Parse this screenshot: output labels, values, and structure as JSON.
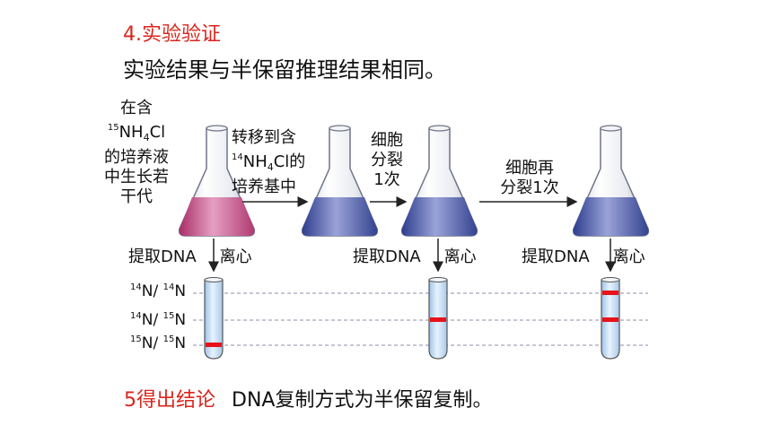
{
  "heading": "4.实验验证",
  "statement": "实验结果与半保留推理结果相同。",
  "conditions": {
    "initial": {
      "lines": [
        "在含",
        "15NH4Cl",
        "的培养液",
        "中生长若",
        "干代"
      ]
    },
    "transfer": {
      "lines": [
        "转移到含",
        "14NH4Cl的",
        "培养基中"
      ]
    },
    "division1": {
      "lines": [
        "细胞",
        "分裂",
        "1次"
      ]
    },
    "division2": {
      "lines": [
        "细胞再",
        "分裂1次"
      ]
    }
  },
  "extraction": {
    "left": "提取DNA",
    "right": "离心"
  },
  "density_rows": [
    {
      "id": "14N/14N",
      "a_mass": "14",
      "b_mass": "14",
      "element": "N"
    },
    {
      "id": "14N/15N",
      "a_mass": "14",
      "b_mass": "15",
      "element": "N"
    },
    {
      "id": "15N/15N",
      "a_mass": "15",
      "b_mass": "15",
      "element": "N"
    }
  ],
  "tubes": [
    {
      "name": "initial",
      "bands": [
        "15N/15N"
      ]
    },
    {
      "name": "first-division",
      "bands": [
        "14N/15N"
      ]
    },
    {
      "name": "second-division",
      "bands": [
        "14N/14N",
        "14N/15N"
      ]
    }
  ],
  "conclusion": {
    "tag": "5得出结论",
    "text": "DNA复制方式为半保留复制。"
  },
  "colors": {
    "accent": "#d9251c",
    "band": "#e8121b",
    "flask_pink": "#c2467e",
    "flask_blue": "#4a57a8",
    "dash": "#8c8fa8"
  }
}
